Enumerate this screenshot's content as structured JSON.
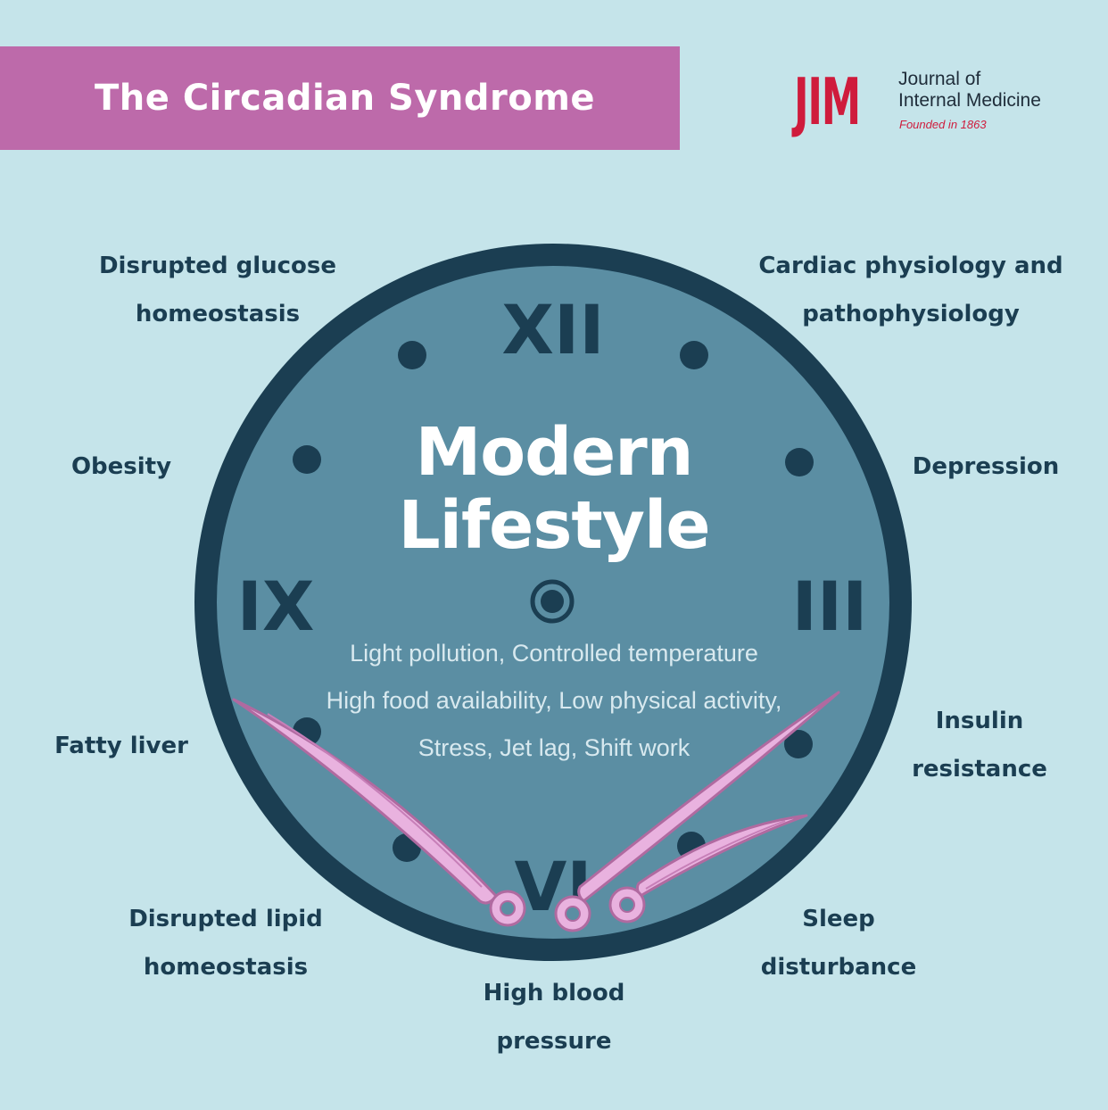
{
  "banner": {
    "title": "The Circadian Syndrome"
  },
  "logo": {
    "mark": "JIM",
    "line1": "Journal of",
    "line2": "Internal Medicine",
    "founded": "Founded in 1863"
  },
  "colors": {
    "background": "#c5e4ea",
    "banner": "#bd6aaa",
    "clock_rim": "#1b3e52",
    "clock_face": "#5b8ea3",
    "hands_fill": "#e9b2df",
    "hands_stroke": "#b06aa0",
    "logo_red": "#cf1b3c"
  },
  "clock": {
    "numerals": [
      "XII",
      "III",
      "VI",
      "IX"
    ],
    "title_line1": "Modern",
    "title_line2": "Lifestyle",
    "factors": [
      "Light pollution, Controlled temperature",
      "High food availability, Low physical activity,",
      "Stress, Jet lag, Shift work"
    ]
  },
  "conditions": {
    "glucose": [
      "Disrupted glucose",
      "homeostasis"
    ],
    "cardiac": [
      "Cardiac physiology and",
      "pathophysiology"
    ],
    "obesity": [
      "Obesity"
    ],
    "depression": [
      "Depression"
    ],
    "fatty_liver": [
      "Fatty liver"
    ],
    "insulin": [
      "Insulin",
      "resistance"
    ],
    "lipid": [
      "Disrupted lipid",
      "homeostasis"
    ],
    "sleep": [
      "Sleep",
      "disturbance"
    ],
    "blood_pressure": [
      "High blood",
      "pressure"
    ]
  }
}
